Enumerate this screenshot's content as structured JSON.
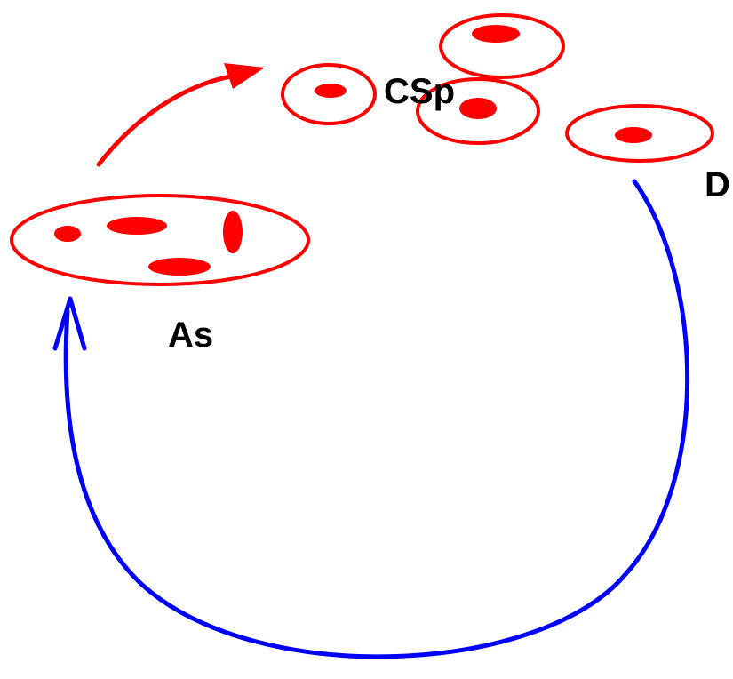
{
  "diagram": {
    "labels": {
      "as": "As",
      "csp": "CSp",
      "d": "D"
    },
    "colors": {
      "stage_outline": "#ff0000",
      "nucleus_fill": "#ff0000",
      "forward_arrow": "#ff0000",
      "return_arrow": "#0000ff",
      "label_text": "#000000",
      "background": "#ffffff"
    }
  }
}
